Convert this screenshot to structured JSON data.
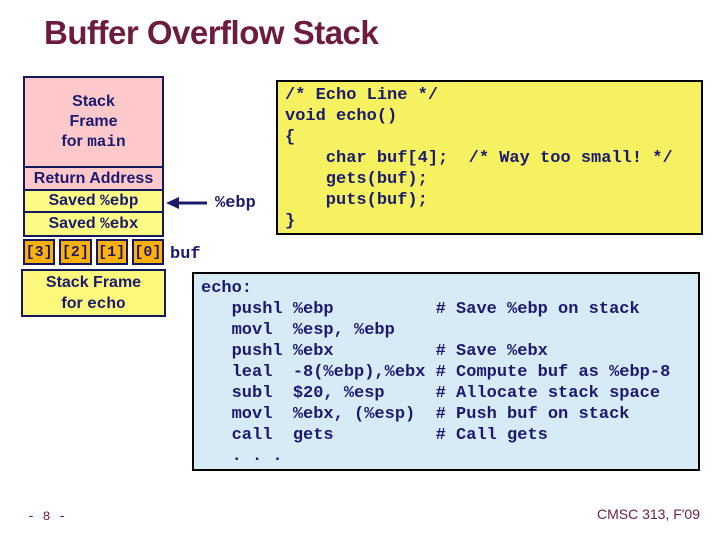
{
  "slide": {
    "title": "Buffer Overflow Stack",
    "page_number": "- 8 -",
    "course_footer": "CMSC 313, F'09"
  },
  "stack_diagram": {
    "main_frame": {
      "line1": "Stack",
      "line2": "Frame",
      "for_prefix": "for ",
      "func": "main"
    },
    "return_address_label": "Return Address",
    "saved_ebp": {
      "prefix": "Saved ",
      "reg": "%ebp"
    },
    "saved_ebx": {
      "prefix": "Saved ",
      "reg": "%ebx"
    },
    "buf_cells": [
      "[3]",
      "[2]",
      "[1]",
      "[0]"
    ],
    "buf_label": "buf",
    "ebp_pointer_label": "%ebp",
    "echo_frame": {
      "line1": "Stack Frame",
      "for_prefix": "for ",
      "func": "echo"
    }
  },
  "c_code": {
    "lines": [
      "/* Echo Line */",
      "void echo()",
      "{",
      "    char buf[4];  /* Way too small! */",
      "    gets(buf);",
      "    puts(buf);",
      "}"
    ]
  },
  "asm_code": {
    "lines": [
      "echo:",
      "   pushl %ebp          # Save %ebp on stack",
      "   movl  %esp, %ebp",
      "   pushl %ebx          # Save %ebx",
      "   leal  -8(%ebp),%ebx # Compute buf as %ebp-8",
      "   subl  $20, %esp     # Allocate stack space",
      "   movl  %ebx, (%esp)  # Push buf on stack",
      "   call  gets          # Call gets",
      "   . . ."
    ]
  },
  "colors": {
    "title_maroon": "#6c1b41",
    "navy_text": "#1b1b6e",
    "box_border": "#17175c",
    "main_frame_pink": "#ffc9cc",
    "stack_yellow": "#fcfc85",
    "echo_frame_yellow": "#fbf87c",
    "c_code_yellow": "#f5f161",
    "buf_orange": "#ffb00d",
    "asm_blue": "#d7ebf7"
  }
}
